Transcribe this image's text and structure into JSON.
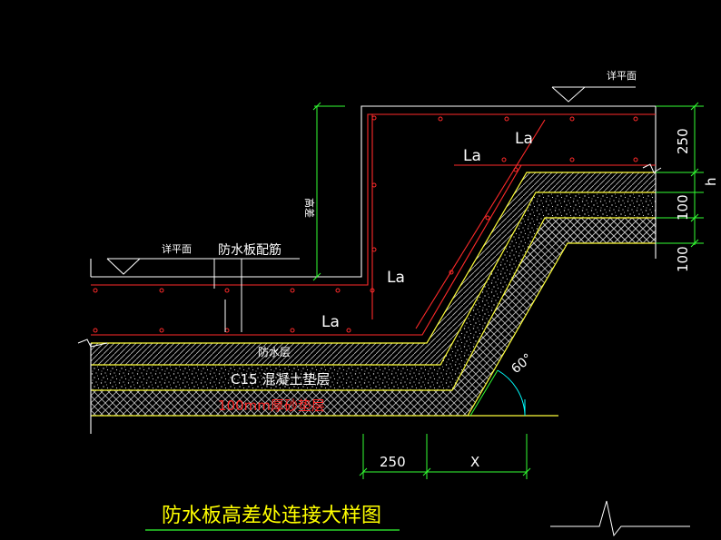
{
  "colors": {
    "background": "#000000",
    "outline": "#ffffff",
    "rebar": "#ff2a2a",
    "layer": "#ffff3a",
    "dimension": "#33ff33",
    "hatch": "#cfcfcf",
    "title": "#ffff00",
    "angle_arc": "#00ffff",
    "cyan": "#00e5ff"
  },
  "labels": {
    "finish_level_right": "详平面",
    "finish_level_left": "详平面",
    "slab_rebar": "防水板配筋",
    "height_diff": "高差",
    "la_top_1": "La",
    "la_top_2": "La",
    "la_mid": "La",
    "la_bottom": "La",
    "waterproof_layer": "防水层",
    "c15_layer": "C15 混凝土垫层",
    "sand_layer": "100mm厚砂垫层",
    "angle": "60°",
    "dim_250_right": "250",
    "dim_h": "h",
    "dim_100_a": "100",
    "dim_100_b": "100",
    "dim_250_bottom": "250",
    "dim_x": "X",
    "title": "防水板高差处连接大样图"
  },
  "icons": {
    "level_marker": "level-triangle-icon",
    "break_mark": "break-line-icon"
  }
}
